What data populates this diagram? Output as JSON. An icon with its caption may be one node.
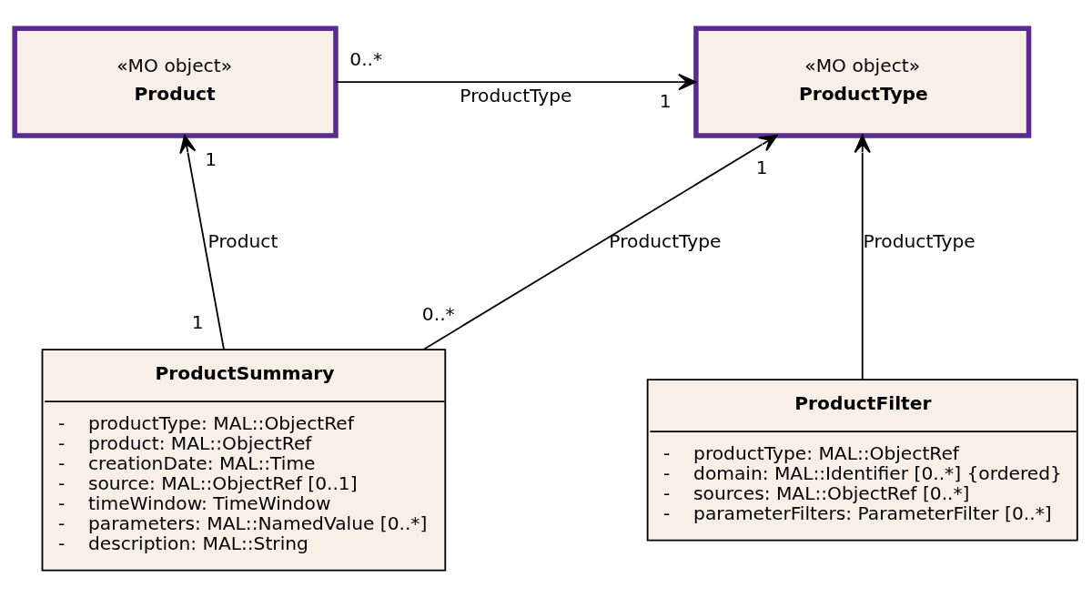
{
  "diagram": {
    "nodes": [
      {
        "text": [
          "«MO object»",
          "ProductType"
        ]
      },
      {
        "text": [
          "«MO object»",
          "Product"
        ]
      },
      {
        "text": [
          "ProductFilter",
          "-    productType: MAL::ObjectRef",
          "-    domain: MAL::Identifier [0..*] {ordered}",
          "-    sources: MAL::ObjectRef [0..*]",
          "-    parameterFilters: ParameterFilter [0..*]"
        ]
      },
      {
        "text": [
          "ProductSummary",
          "-    productType: MAL::ObjectRef",
          "-    product: MAL::ObjectRef",
          "-    creationDate: MAL::Time",
          "-    source: MAL::ObjectRef [0..1]",
          "-    timeWindow: TimeWindow",
          "-    parameters: MAL::NamedValue [0..*]",
          "-    description: MAL::String"
        ]
      }
    ],
    "edges": [
      {
        "from": 1,
        "to": 0,
        "arrow": "to",
        "label": "ProductType"
      },
      {
        "from": 2,
        "to": 0,
        "arrow": "to",
        "label": "ProductType"
      },
      {
        "from": 3,
        "to": 0,
        "arrow": "to",
        "label": "ProductType"
      },
      {
        "from": 3,
        "to": 1,
        "arrow": "to",
        "label": "Product"
      }
    ],
    "labels": [
      "1",
      "0..*",
      "1",
      "1",
      "0..*",
      "1"
    ]
  }
}
